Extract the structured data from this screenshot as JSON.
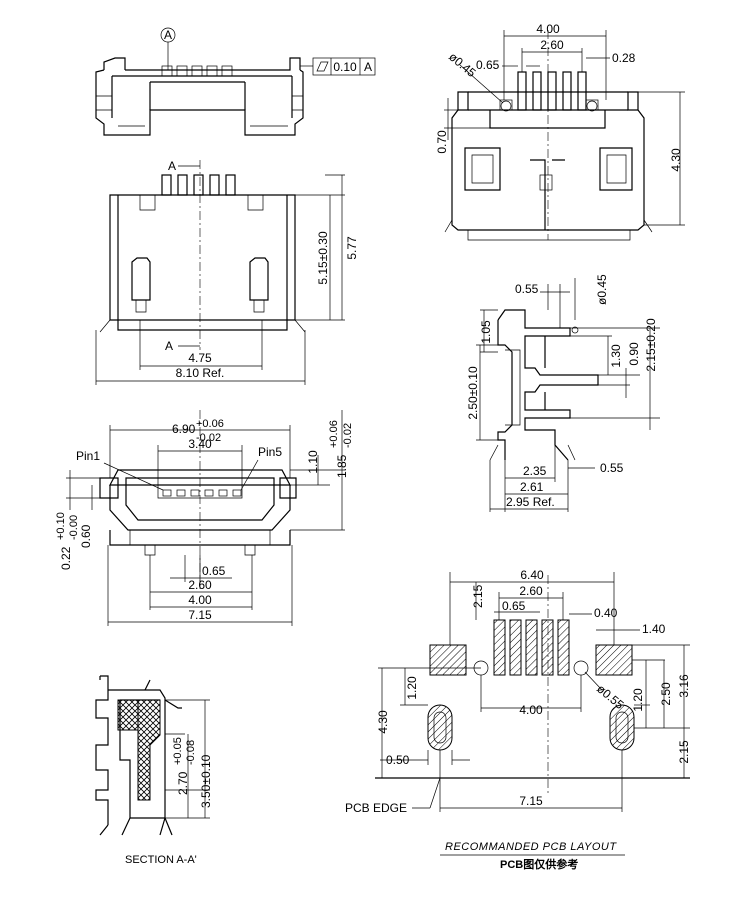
{
  "top_view": {
    "datum": "A",
    "tolerance_value": "0.10",
    "tolerance_datum": "A"
  },
  "plan_view": {
    "section_marks": [
      "A",
      "A"
    ],
    "dims": [
      "5.15±0.30",
      "5.77",
      "4.75",
      "8.10 Ref."
    ]
  },
  "front_view": {
    "pin1": "Pin1",
    "pin5": "Pin5",
    "dims": {
      "width_main": "6.90",
      "width_tol_plus": "+0.06",
      "width_tol_minus": "-0.02",
      "inner": "3.40",
      "h1": "1.10",
      "h2": "1.85",
      "h2_tol_plus": "+0.06",
      "h2_tol_minus": "-0.02",
      "left_a": "0.22",
      "left_a_plus": "+0.10",
      "left_a_minus": "-0.00",
      "left_b": "0.60",
      "pitch": "0.65",
      "span_pins": "2.60",
      "span_outer": "4.00",
      "total": "7.15"
    }
  },
  "section_view": {
    "label": "SECTION A-A'",
    "dims": [
      "2.70",
      "+0.05",
      "-0.08",
      "3.50±0.10"
    ]
  },
  "right_top_view": {
    "dims": [
      "4.00",
      "2.60",
      "0.65",
      "0.28",
      "ø0.45",
      "0.70",
      "4.30"
    ]
  },
  "side_view": {
    "dims": [
      "0.55",
      "ø0.45",
      "1.05",
      "1.30",
      "0.90",
      "2.15±0.20",
      "2.50±0.10",
      "2.35",
      "0.55",
      "2.61",
      "2.95 Ref."
    ]
  },
  "pcb_layout": {
    "dims": [
      "6.40",
      "2.15",
      "2.60",
      "0.65",
      "0.40",
      "1.40",
      "1.20",
      "4.30",
      "4.00",
      "ø0.55",
      "2.50",
      "3.16",
      "1.20",
      "0.50",
      "2.15",
      "7.15"
    ],
    "edge_label": "PCB EDGE",
    "title": "RECOMMANDED  PCB  LAYOUT",
    "subtitle": "PCB图仅供参考"
  }
}
